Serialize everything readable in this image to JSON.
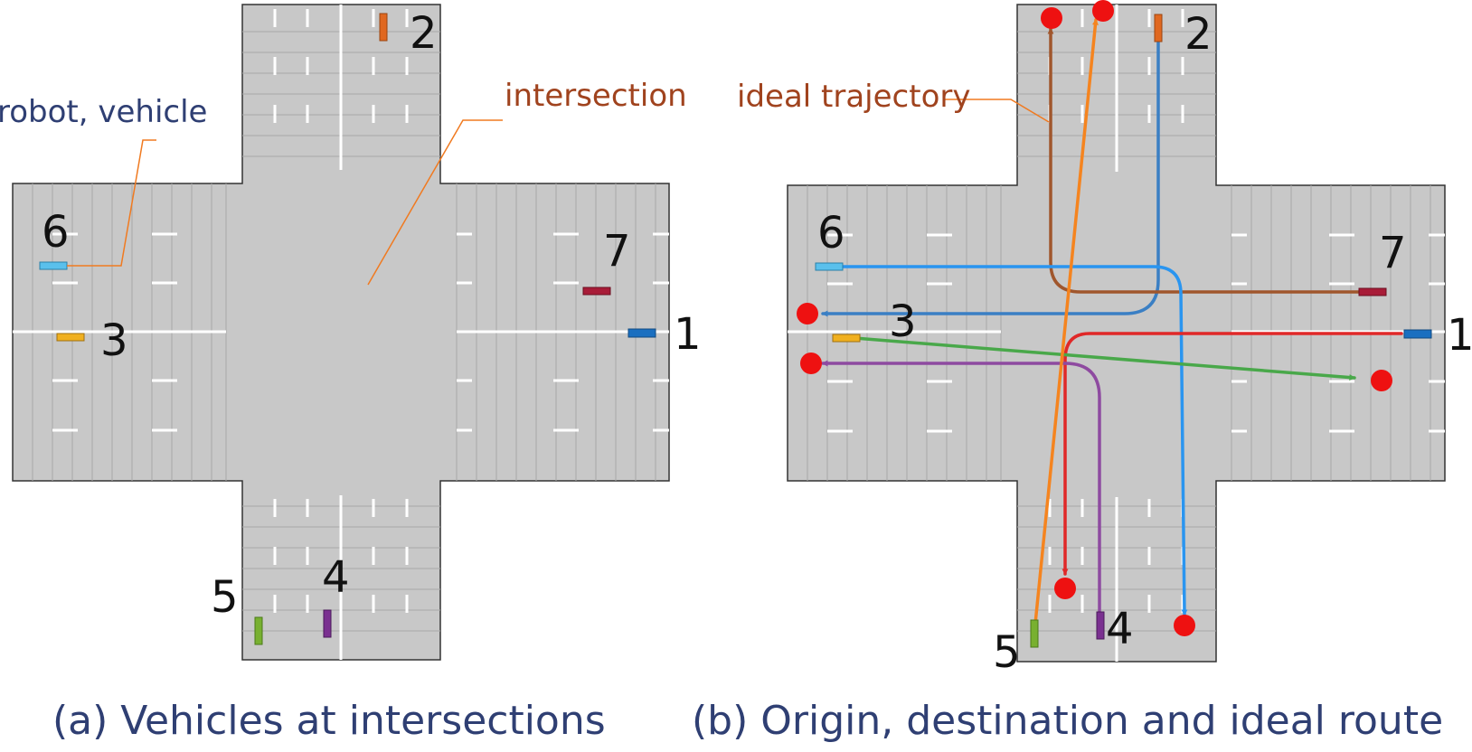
{
  "panel_a": {
    "annotation_robot": "robot, vehicle",
    "annotation_intersection": "intersection",
    "caption": "(a) Vehicles at intersections",
    "vehicles": [
      {
        "id": "1",
        "label": "1",
        "color": "#1a6fc0"
      },
      {
        "id": "2",
        "label": "2",
        "color": "#e06820"
      },
      {
        "id": "3",
        "label": "3",
        "color": "#f0b020"
      },
      {
        "id": "4",
        "label": "4",
        "color": "#7a3090"
      },
      {
        "id": "5",
        "label": "5",
        "color": "#78b030"
      },
      {
        "id": "6",
        "label": "6",
        "color": "#5ac0ec"
      },
      {
        "id": "7",
        "label": "7",
        "color": "#a81c38"
      }
    ]
  },
  "panel_b": {
    "annotation_trajectory": "ideal trajectory",
    "caption": "(b) Origin, destination and ideal route",
    "vehicles": [
      {
        "id": "1",
        "label": "1"
      },
      {
        "id": "2",
        "label": "2"
      },
      {
        "id": "3",
        "label": "3"
      },
      {
        "id": "4",
        "label": "4"
      },
      {
        "id": "5",
        "label": "5"
      },
      {
        "id": "6",
        "label": "6"
      },
      {
        "id": "7",
        "label": "7"
      }
    ]
  },
  "colors": {
    "road": "#c8c8c8",
    "lane_line": "#a8a8a8",
    "marking": "#ffffff",
    "destination": "#ee1111",
    "route_2": "#3a7fc4",
    "route_7": "#a0562c",
    "route_5": "#f5841f",
    "route_6": "#2a95f0",
    "route_1": "#e02828",
    "route_3": "#49a84a",
    "route_4": "#8e4aa0"
  }
}
